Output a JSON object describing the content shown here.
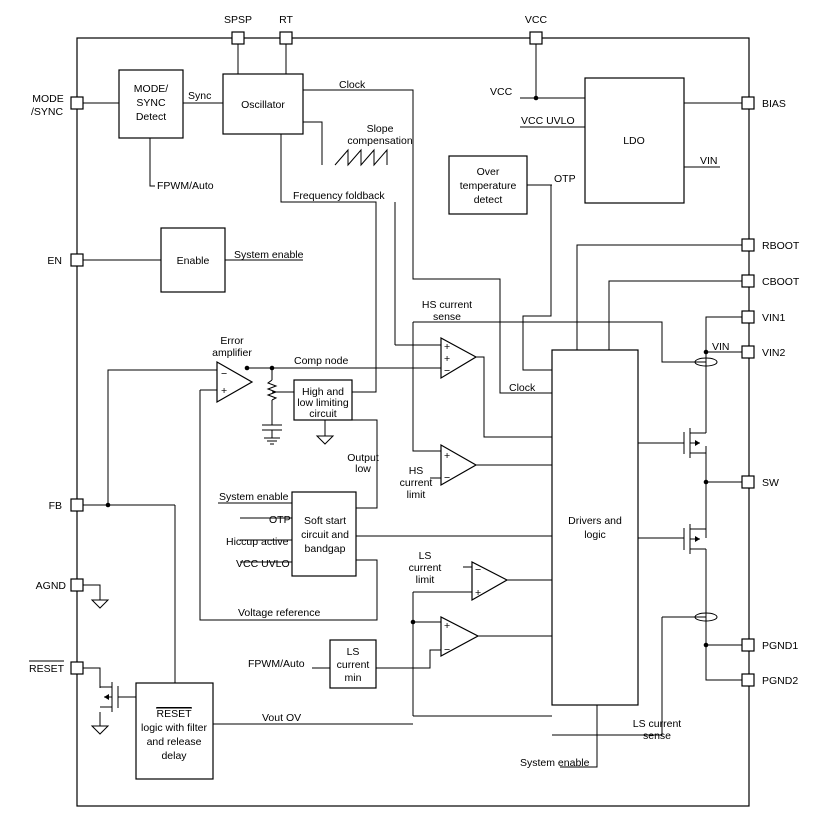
{
  "pins": {
    "spsp": "SPSP",
    "rt": "RT",
    "vcc_top": "VCC",
    "mode_sync_1": "MODE",
    "mode_sync_2": "/SYNC",
    "en": "EN",
    "fb": "FB",
    "agnd": "AGND",
    "reset": "RESET",
    "bias": "BIAS",
    "rboot": "RBOOT",
    "cboot": "CBOOT",
    "vin1": "VIN1",
    "vin2": "VIN2",
    "sw": "SW",
    "pgnd1": "PGND1",
    "pgnd2": "PGND2"
  },
  "blocks": {
    "mode_sync_detect": [
      "MODE/",
      "SYNC",
      "Detect"
    ],
    "oscillator": [
      "Oscillator"
    ],
    "ldo": [
      "LDO"
    ],
    "over_temp": [
      "Over",
      "temperature",
      "detect"
    ],
    "enable": [
      "Enable"
    ],
    "limiting": [
      "High and",
      "low limiting",
      "circuit"
    ],
    "soft_start": [
      "Soft start",
      "circuit and",
      "bandgap"
    ],
    "drivers": [
      "Drivers and",
      "logic"
    ],
    "ls_current_min": [
      "LS",
      "current",
      "min"
    ],
    "reset_logic": [
      "RESET",
      "logic with filter",
      "and release",
      "delay"
    ]
  },
  "signals": {
    "sync": "Sync",
    "clock_top": "Clock",
    "slope_comp": [
      "Slope",
      "compensation"
    ],
    "fpwm_auto_top": "FPWM/Auto",
    "freq_foldback": "Frequency foldback",
    "vcc_ldo": "VCC",
    "vcc_uvlo_ldo": "VCC UVLO",
    "vin_ldo": "VIN",
    "otp_ldo": "OTP",
    "system_enable_top": "System enable",
    "hs_current_sense": [
      "HS current",
      "sense"
    ],
    "error_amplifier": [
      "Error",
      "amplifier"
    ],
    "comp_node": "Comp node",
    "vin_right": "VIN",
    "clock_mid": "Clock",
    "output_low": [
      "Output",
      "low"
    ],
    "hs_current_limit": [
      "HS",
      "current",
      "limit"
    ],
    "system_enable_ss": "System enable",
    "otp_ss": "OTP",
    "hiccup_active": "Hiccup active",
    "vcc_uvlo_ss": "VCC UVLO",
    "ls_current_limit": [
      "LS",
      "current",
      "limit"
    ],
    "voltage_reference": "Voltage reference",
    "fpwm_auto_bottom": "FPWM/Auto",
    "vout_ov": "Vout OV",
    "ls_current_sense": [
      "LS current",
      "sense"
    ],
    "system_enable_bottom": "System enable"
  },
  "opamp_signs": {
    "plus": "+",
    "minus": "−"
  }
}
